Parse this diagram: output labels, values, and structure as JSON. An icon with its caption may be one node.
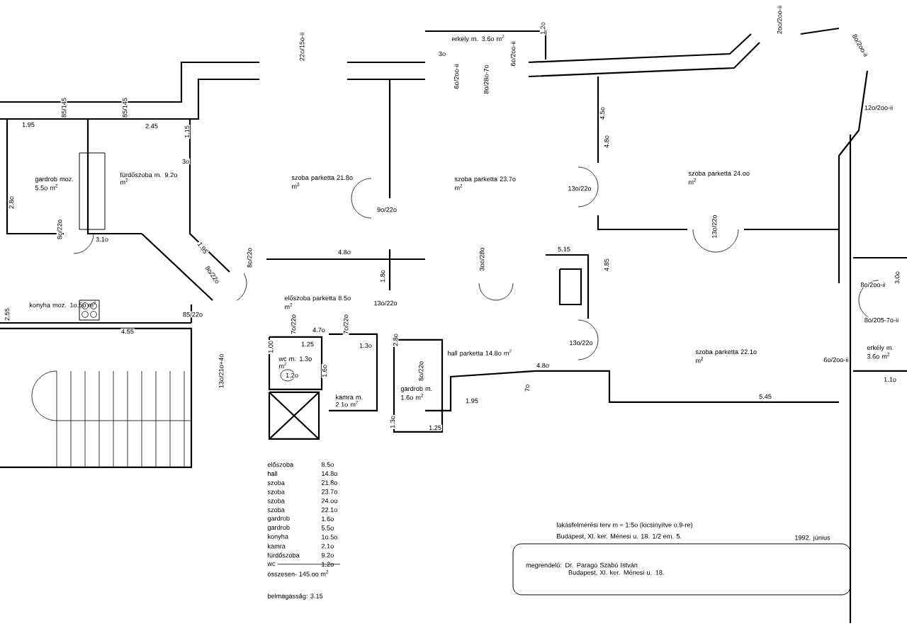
{
  "diagram": {
    "nodes": [
      {
        "text": [
          "megrendelő: Dr. Paragó Szabó István",
          "Budapest, XI. ker. Ménesi u. 18."
        ]
      }
    ],
    "labels": [
      "85/145",
      "85/145",
      "22o/15o-ii",
      "erkély m. 3.6o m$^{2}$",
      "1.2o",
      "3o",
      "6o/2oo-ii",
      "8o/28o-7o",
      "6o/2oo-ii",
      "2oo/2oo-ii",
      "8o/2oo-ii",
      "12o/2oo-ii",
      "1.95",
      "2.45",
      "1.15",
      "gardrob moz. 5.5o m$^{2}$",
      "fürdőszoba m. 9.2o m$^{2}$",
      "3o",
      "szoba parketta 21.8o m$^{2}$",
      "szoba parketta 23.7o m$^{2}$",
      "4.5o",
      "4.8o",
      "szoba parketta 24.oo m$^{2}$",
      "13o/22o",
      "2.8o",
      "9o/22o",
      "8o/22o",
      "13o/22o",
      "3.1o",
      "1.95",
      "8o/22o",
      "8o/22o",
      "4.8o",
      "3oo/28o",
      "5.15",
      "4.85",
      "1.8o",
      "konyha moz. 1o.5o m$^{2}$",
      "előszoba parketta 8.5o m$^{2}$",
      "2.55",
      "85/22o",
      "13o/22o",
      "3.0o",
      "8o/2oo-ii",
      "4.55",
      "8o/205-7o-ii",
      "7o/22o",
      "4.7o",
      "7o/22o",
      "1.00",
      "1.25",
      "1.3o",
      "2.8o",
      "hall parketta 14.8o m$^{2}$",
      "13o/22o",
      "szoba parketta 22.1o m$^{2}$",
      "6o/2oo-ii",
      "erkély m. 3.6o m$^{2}$",
      "wc m. 1.3o m$^{2}$",
      "13o/21o+4o",
      "1.6o",
      "4.8o",
      "1.2o",
      "1.1o",
      "gardrob m. 1.6o m$^{2}$",
      "8o/22o",
      "kamra m. 2.1o m$^{2}$",
      "7o",
      "5.45",
      "1.95",
      "1.3o",
      "1.25",
      "előszoba",
      "8.5o",
      "hall",
      "14.8o",
      "szoba",
      "21.8o",
      "szoba",
      "23.7o",
      "szoba",
      "24.oo",
      "szoba",
      "22.1o",
      "gardrob",
      "1.6o",
      "gardrob",
      "5.5o",
      "konyha",
      "1o.5o",
      "kamra",
      "2.1o",
      "fürdőszoba",
      "9.2o",
      "wc",
      "1.2o",
      "összesen- 145.oo m$^{2}$",
      "belmagasság: 3.15",
      "lakásfelmérési terv  m = 1:5o (kicsinyítve o.9-re)",
      "Budapest, XI. ker. Ménesi u. 18.  1/2 em. 5.",
      "1992. június"
    ]
  }
}
